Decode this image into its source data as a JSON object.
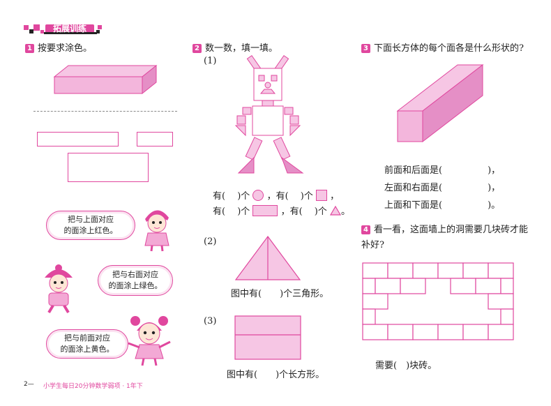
{
  "header": {
    "title": "拓展训练"
  },
  "q1": {
    "num": "1",
    "title": "按要求涂色。",
    "bubbles": [
      {
        "line1": "把与上面对应",
        "line2": "的面涂上红色。"
      },
      {
        "line1": "把与右面对应",
        "line2": "的面涂上绿色。"
      },
      {
        "line1": "把与前面对应",
        "line2": "的面涂上黄色。"
      }
    ]
  },
  "q2": {
    "num": "2",
    "title": "数一数，填一填。",
    "part1": {
      "label": "(1)",
      "row1_a": "有(　 )个",
      "row1_b": "，有(　 )个",
      "row1_c": "，",
      "row2_a": "有(　 )个",
      "row2_b": "，有(　 )个",
      "row2_c": "。"
    },
    "part2": {
      "label": "(2)",
      "text": "图中有(　　)个三角形。"
    },
    "part3": {
      "label": "(3)",
      "text": "图中有(　　)个长方形。"
    }
  },
  "q3": {
    "num": "3",
    "title": "下面长方体的每个面各是什么形状的?",
    "lines": [
      "前面和后面是(　　　　　)，",
      "左面和右面是(　　　　　)，",
      "上面和下面是(　　　　　)。"
    ]
  },
  "q4": {
    "num": "4",
    "title_line1": "看一看，这面墙上的洞需要几块砖才能",
    "title_line2": "补好?",
    "answer": "需要(　)块砖。"
  },
  "footer": {
    "page": "2—",
    "book": "小学生每日20分钟数学弱项 · 1年下"
  },
  "colors": {
    "accent": "#e0479e",
    "fill": "#f6c6e4",
    "fill_dark": "#e58fc6"
  }
}
